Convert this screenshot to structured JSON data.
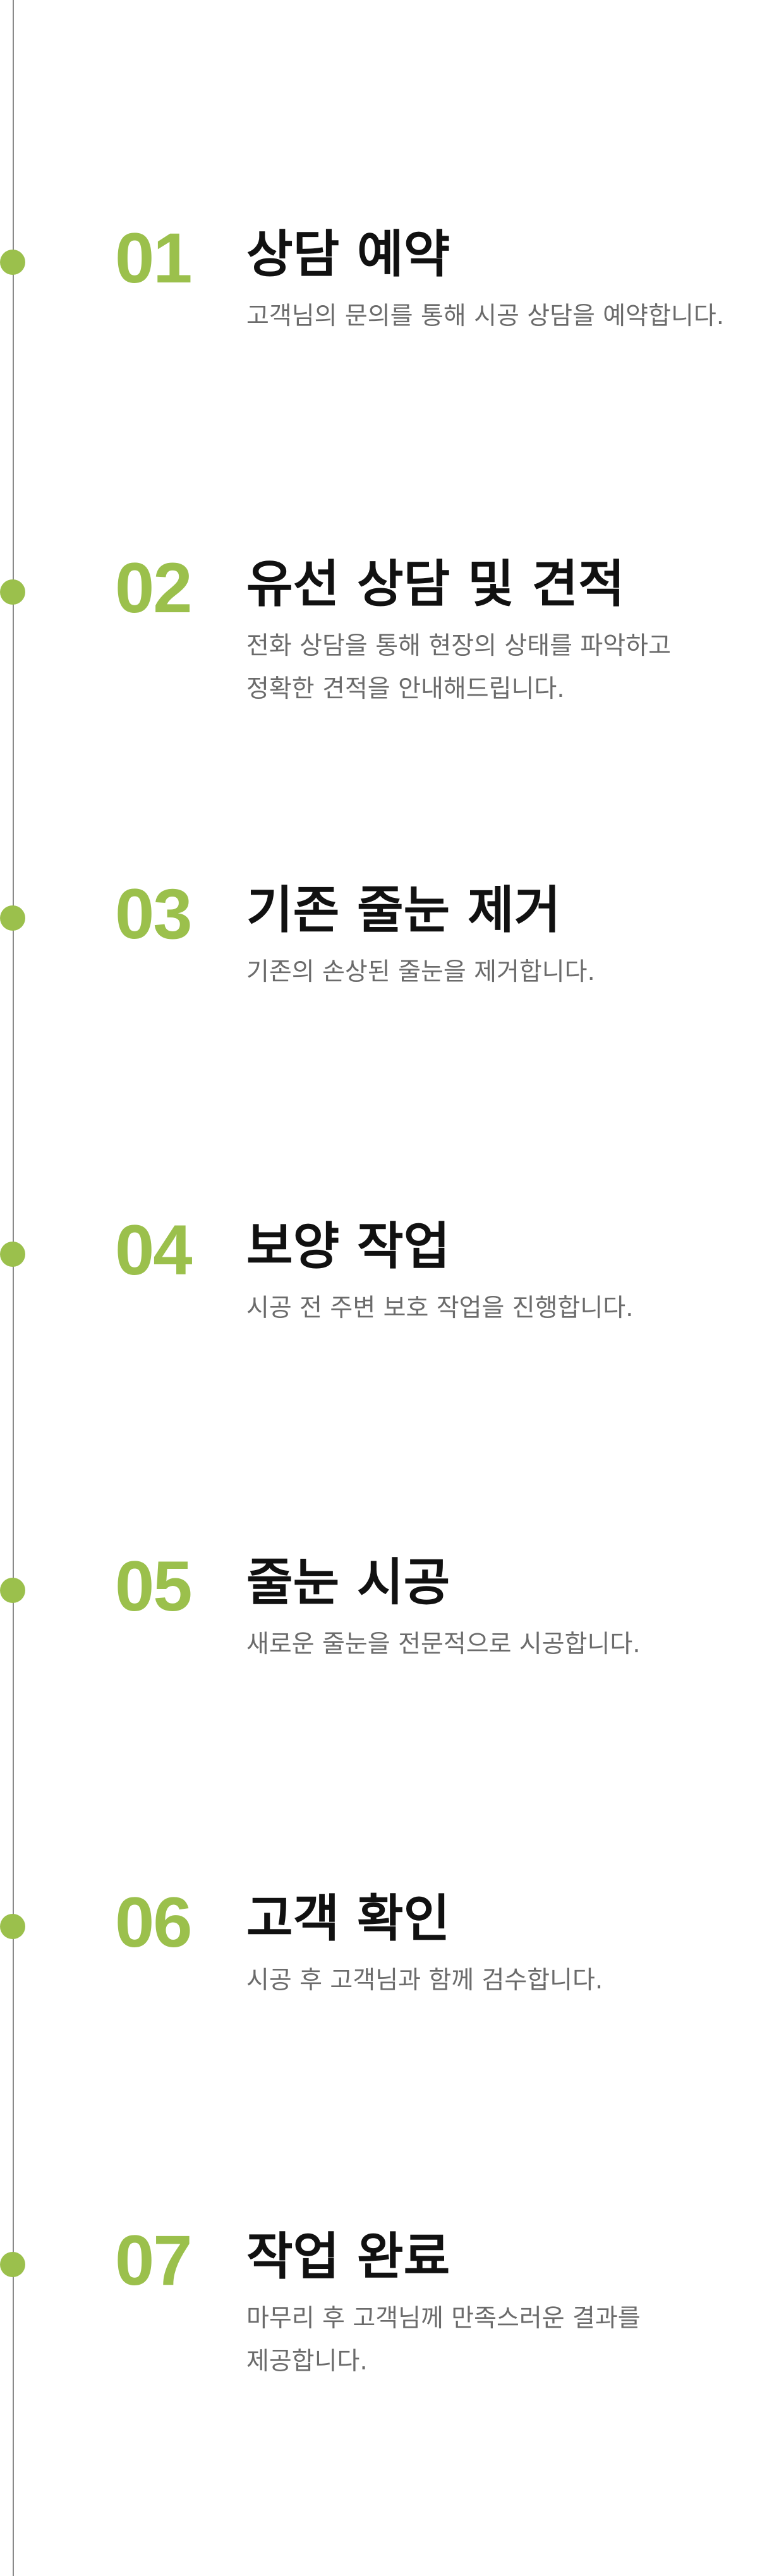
{
  "accent_color": "#9bc04c",
  "steps": [
    {
      "number": "01",
      "title": "상담 예약",
      "description": "고객님의 문의를 통해 시공 상담을 예약합니다."
    },
    {
      "number": "02",
      "title": "유선 상담 및 견적",
      "description": "전화 상담을 통해 현장의 상태를 파악하고\n정확한 견적을 안내해드립니다."
    },
    {
      "number": "03",
      "title": "기존 줄눈 제거",
      "description": "기존의 손상된 줄눈을 제거합니다."
    },
    {
      "number": "04",
      "title": "보양 작업",
      "description": "시공 전 주변 보호 작업을 진행합니다."
    },
    {
      "number": "05",
      "title": "줄눈 시공",
      "description": "새로운 줄눈을 전문적으로 시공합니다."
    },
    {
      "number": "06",
      "title": "고객 확인",
      "description": "시공 후 고객님과 함께 검수합니다."
    },
    {
      "number": "07",
      "title": "작업 완료",
      "description": "마무리 후 고객님께 만족스러운 결과를\n제공합니다."
    }
  ]
}
